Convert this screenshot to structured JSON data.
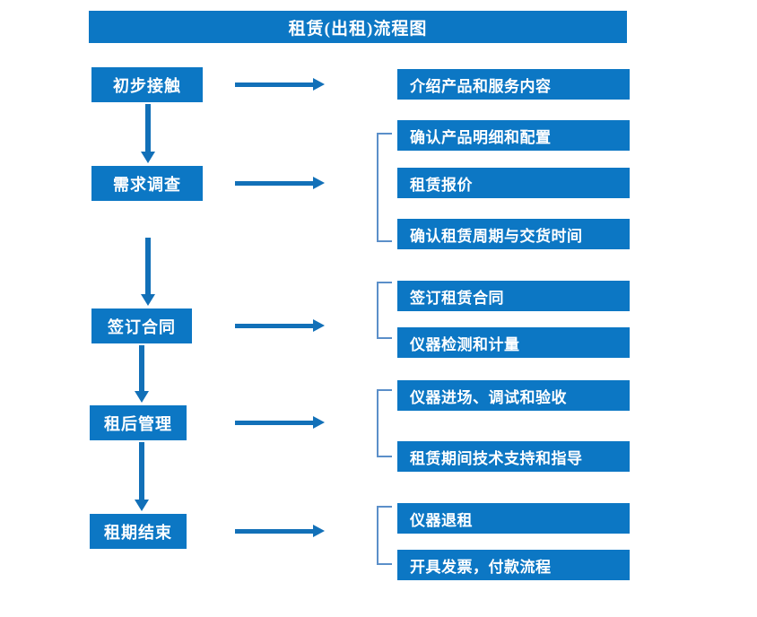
{
  "diagram": {
    "title": "租赁(出租)流程图",
    "colors": {
      "box_blue": "#0c77c4",
      "arrow_blue": "#1270b8",
      "bracket_blue": "#5b8fc9",
      "text_white": "#ffffff",
      "background": "#ffffff"
    },
    "stages": [
      {
        "id": "stage-1",
        "label": "初步接触"
      },
      {
        "id": "stage-2",
        "label": "需求调查"
      },
      {
        "id": "stage-3",
        "label": "签订合同"
      },
      {
        "id": "stage-4",
        "label": "租后管理"
      },
      {
        "id": "stage-5",
        "label": "租期结束"
      }
    ],
    "details": [
      {
        "id": "detail-1",
        "label": "介绍产品和服务内容",
        "stage": "stage-1"
      },
      {
        "id": "detail-2",
        "label": "确认产品明细和配置",
        "stage": "stage-2"
      },
      {
        "id": "detail-3",
        "label": "租赁报价",
        "stage": "stage-2"
      },
      {
        "id": "detail-4",
        "label": "确认租赁周期与交货时间",
        "stage": "stage-2"
      },
      {
        "id": "detail-5",
        "label": "签订租赁合同",
        "stage": "stage-3"
      },
      {
        "id": "detail-6",
        "label": "仪器检测和计量",
        "stage": "stage-3"
      },
      {
        "id": "detail-7",
        "label": "仪器进场、调试和验收",
        "stage": "stage-4"
      },
      {
        "id": "detail-8",
        "label": "租赁期间技术支持和指导",
        "stage": "stage-4"
      },
      {
        "id": "detail-9",
        "label": "仪器退租",
        "stage": "stage-5"
      },
      {
        "id": "detail-10",
        "label": "开具发票，付款流程",
        "stage": "stage-5"
      }
    ],
    "connectors": {
      "horizontal_arrow_count": 5,
      "vertical_arrow_count": 4,
      "bracket_count": 4
    }
  }
}
